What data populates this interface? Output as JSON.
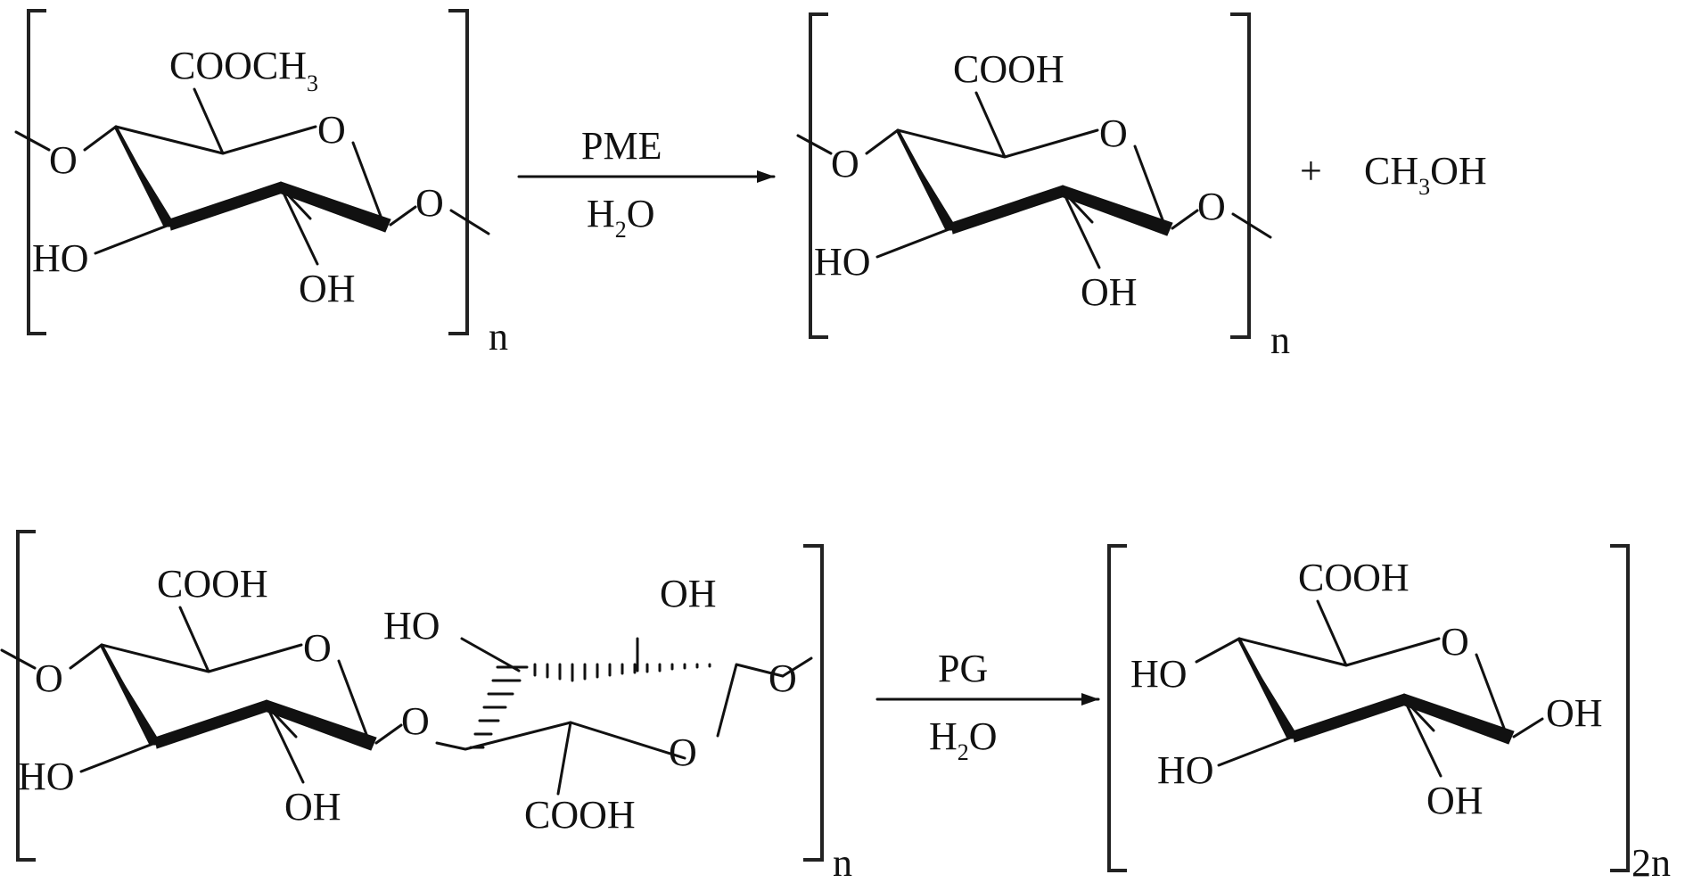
{
  "reaction_1": {
    "reactant": {
      "substituent": "COOCH",
      "substituent_subscript": "3",
      "ring_oxygen": "O",
      "left_link": "O",
      "right_link": "O",
      "hydroxyl_left": "HO",
      "hydroxyl_bottom": "OH",
      "repeat": "n"
    },
    "arrow": {
      "enzyme": "PME",
      "reagent_pre": "H",
      "reagent_sub": "2",
      "reagent_post": "O"
    },
    "product": {
      "substituent": "COOH",
      "ring_oxygen": "O",
      "left_link": "O",
      "right_link": "O",
      "hydroxyl_left": "HO",
      "hydroxyl_bottom": "OH",
      "repeat": "n"
    },
    "plus": "+",
    "byproduct": {
      "pre": "CH",
      "sub": "3",
      "post": "OH"
    }
  },
  "reaction_2": {
    "reactant": {
      "unit_a_substituent": "COOH",
      "unit_a_ring_oxygen": "O",
      "unit_a_left_link": "O",
      "unit_a_hydroxyl_left": "HO",
      "unit_a_hydroxyl_bottom": "OH",
      "glycosidic_oxygen": "O",
      "unit_b_hydroxyl_top_left": "HO",
      "unit_b_hydroxyl_top_right": "OH",
      "unit_b_right_link": "O",
      "unit_b_ring_oxygen": "O",
      "unit_b_substituent": "COOH",
      "repeat": "n"
    },
    "arrow": {
      "enzyme": "PG",
      "reagent_pre": "H",
      "reagent_sub": "2",
      "reagent_post": "O"
    },
    "product": {
      "substituent": "COOH",
      "ring_oxygen": "O",
      "hydroxyl_left": "HO",
      "hydroxyl_right": "OH",
      "hydroxyl_lower_left": "HO",
      "hydroxyl_bottom": "OH",
      "repeat": "2n"
    }
  }
}
